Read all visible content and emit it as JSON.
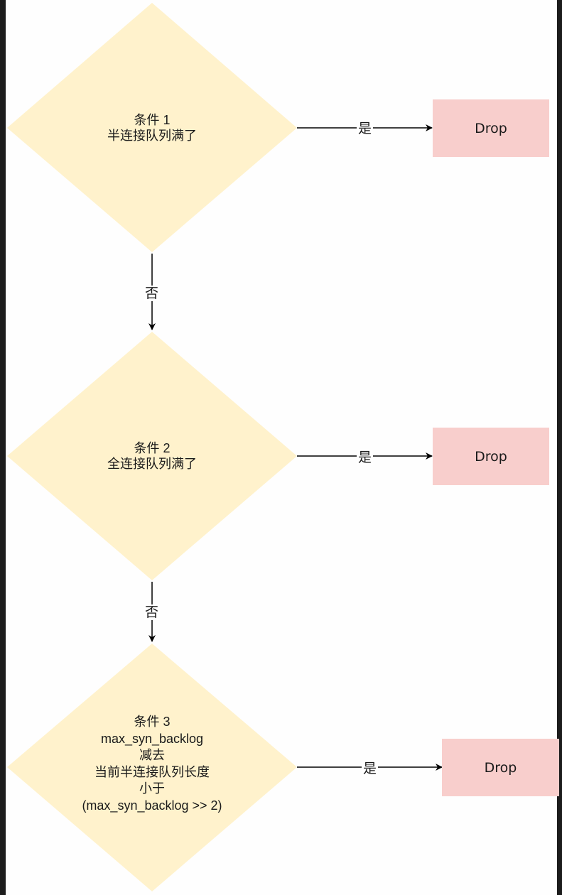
{
  "colors": {
    "diamond_fill": "#fff2cc",
    "box_fill": "#f8cecc",
    "line": "#000000"
  },
  "conditions": [
    {
      "lines": [
        "条件 1",
        "半连接队列满了"
      ]
    },
    {
      "lines": [
        "条件 2",
        "全连接队列满了"
      ]
    },
    {
      "lines": [
        "条件 3",
        "max_syn_backlog",
        "减去",
        "当前半连接队列长度",
        "小于",
        "(max_syn_backlog >> 2)"
      ]
    }
  ],
  "actions": [
    "Drop",
    "Drop",
    "Drop"
  ],
  "yes_labels": [
    "是",
    "是",
    "是"
  ],
  "no_labels": [
    "否",
    "否"
  ]
}
